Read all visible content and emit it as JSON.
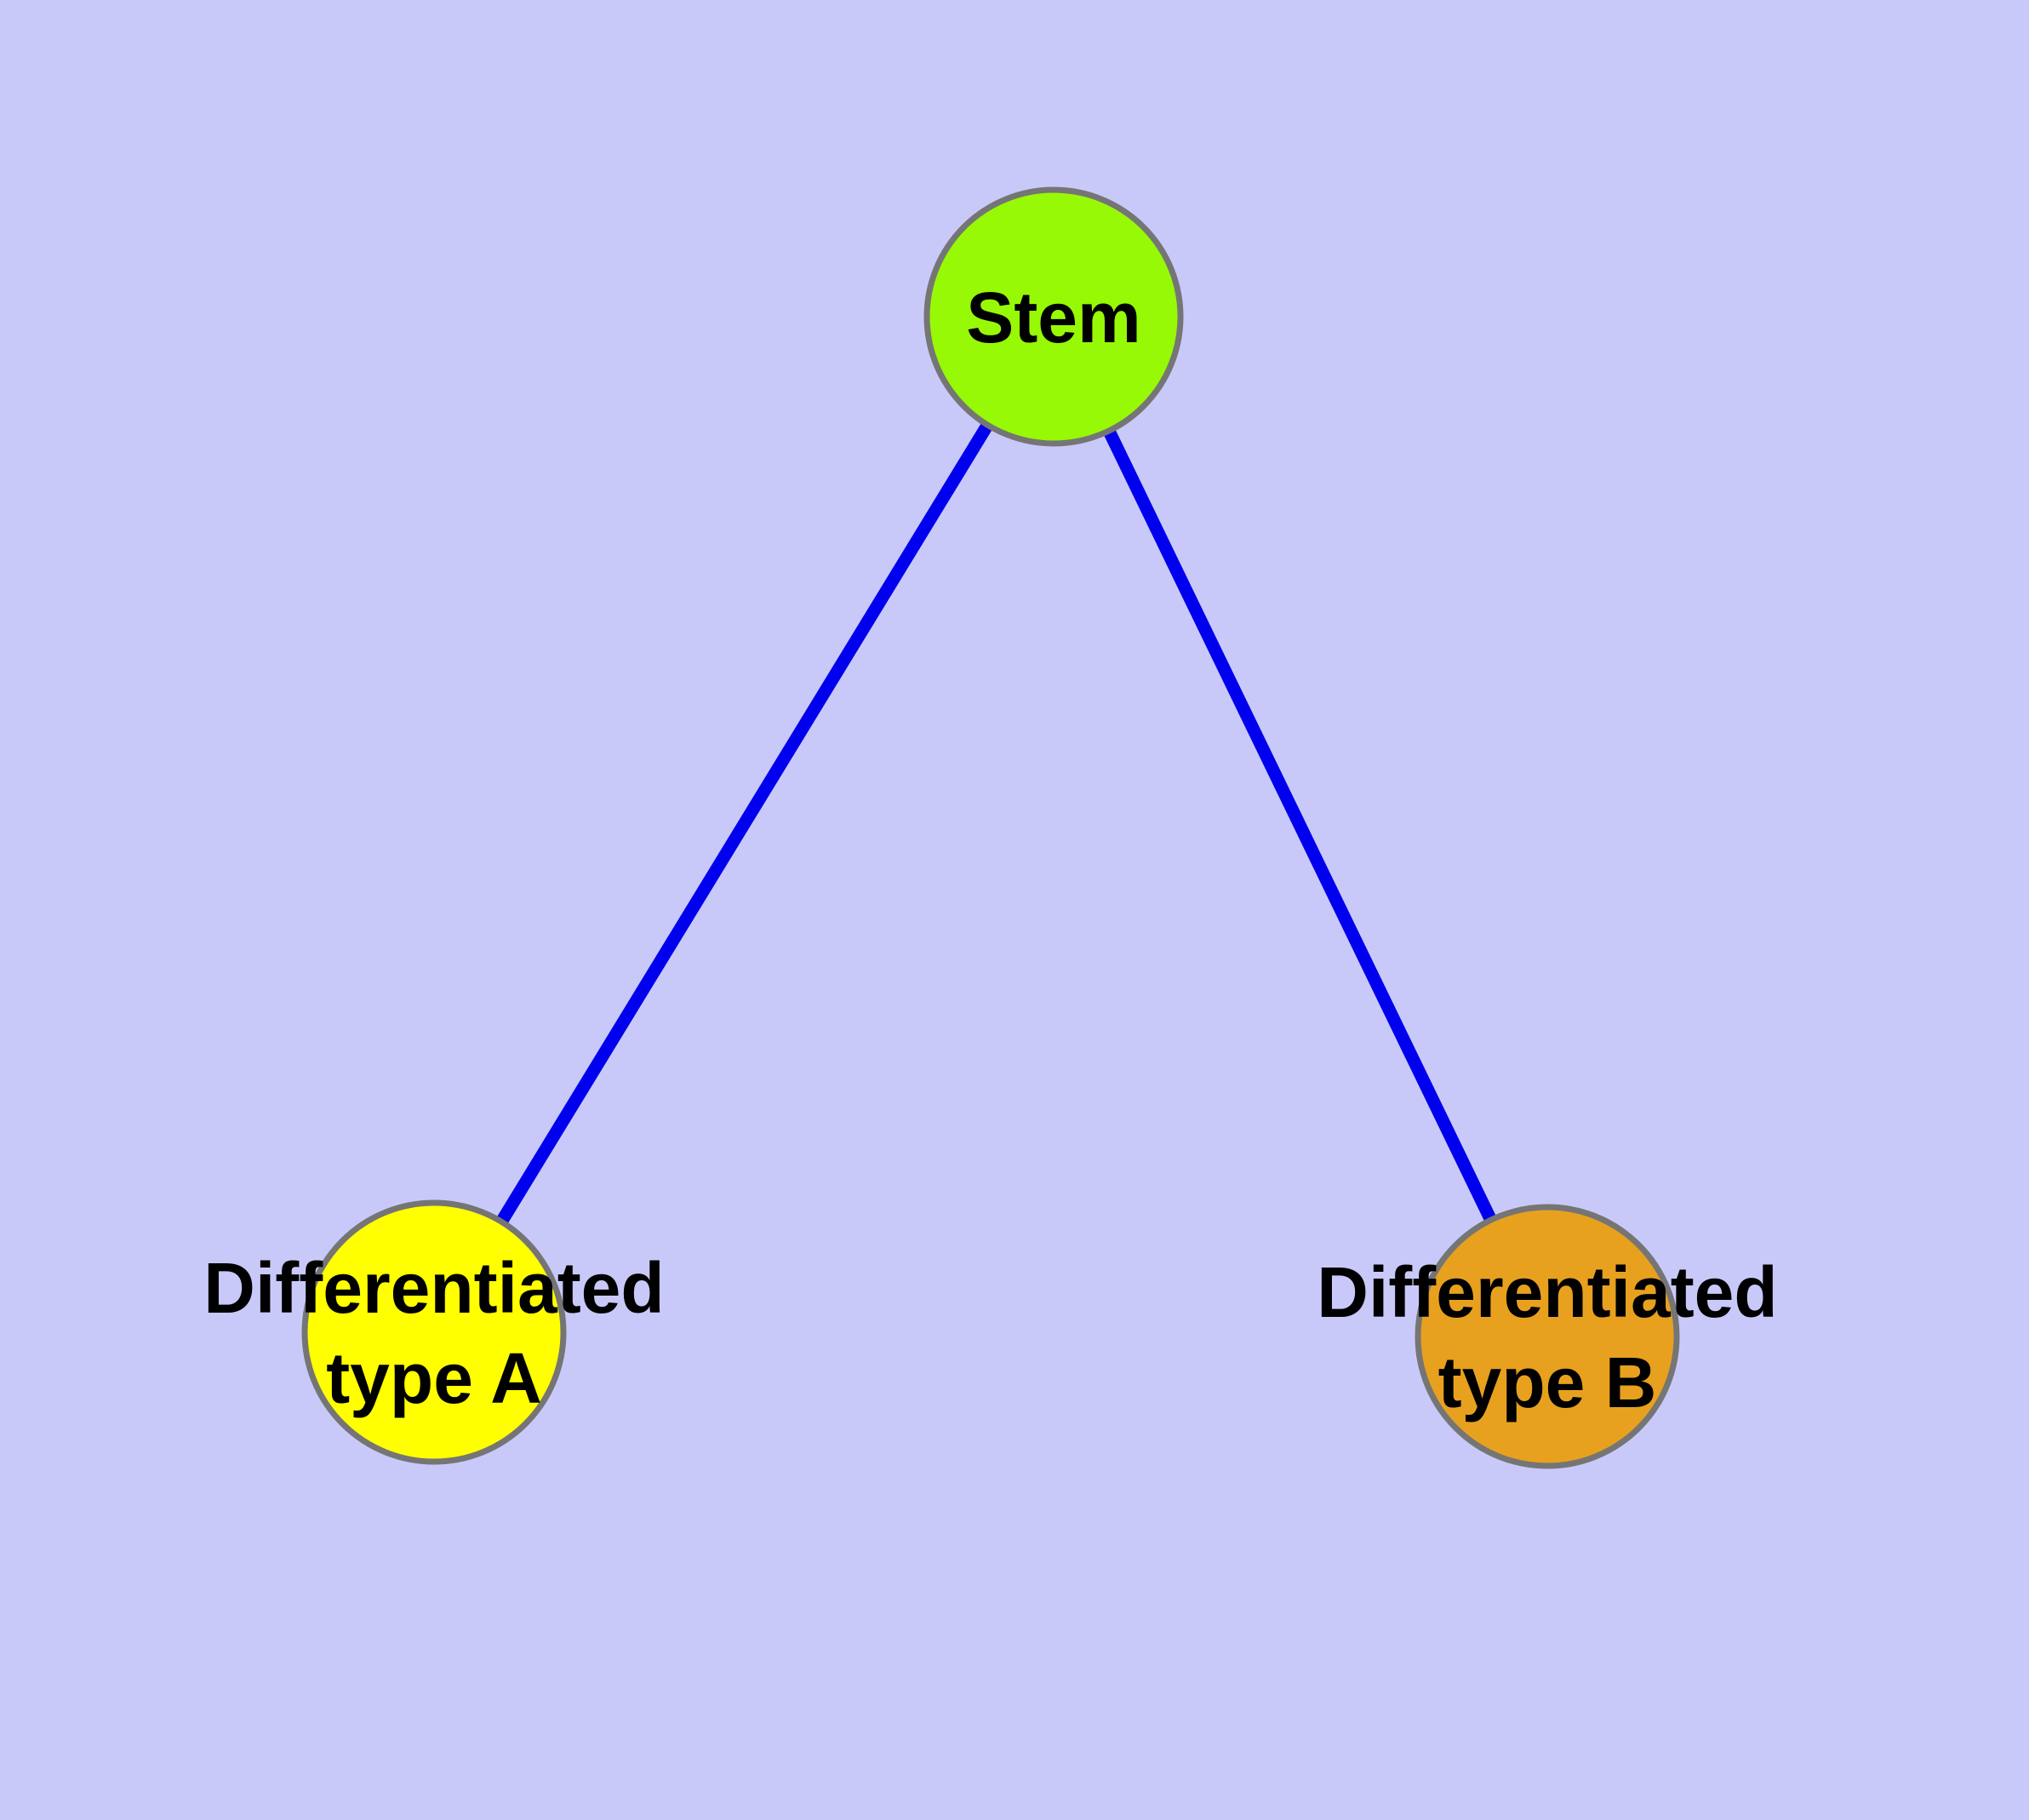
{
  "diagram": {
    "type": "node-link graph",
    "colors": {
      "background": "#C9C9F9",
      "edge": "#0000EE",
      "node_border": "#757575",
      "label_text": "#000000",
      "stem_fill": "#97F905",
      "type_a_fill": "#FFFF00",
      "type_b_fill": "#E8A11E"
    },
    "nodes": {
      "stem": {
        "label": "Stem"
      },
      "type_a": {
        "label_line1": "Differentiated",
        "label_line2": "type A"
      },
      "type_b": {
        "label_line1": "Differentiated",
        "label_line2": "type B"
      }
    },
    "edges": [
      {
        "from": "Stem",
        "to": "Differentiated type A"
      },
      {
        "from": "Stem",
        "to": "Differentiated type B"
      }
    ]
  }
}
